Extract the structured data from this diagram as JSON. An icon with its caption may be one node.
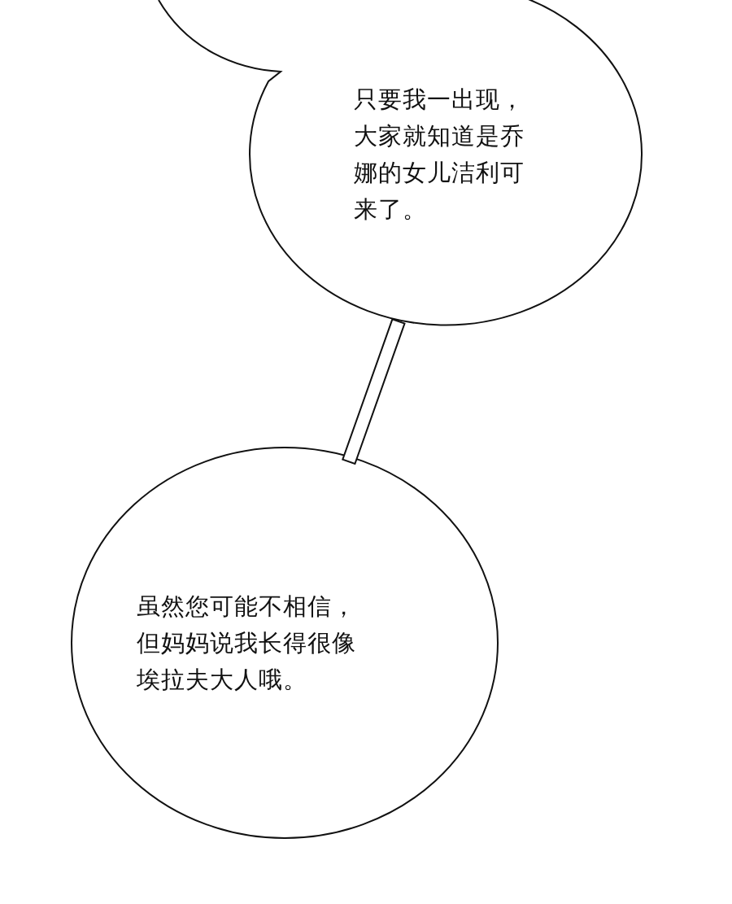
{
  "diagram": {
    "nodes": [
      {
        "text": [
          "只要我一出现，大家就知道是乔娜的女儿洁利可来了。"
        ]
      },
      {
        "text": [
          "虽然您可能不相信，但妈妈说我长得很像埃拉夫大人哦。"
        ]
      }
    ],
    "edges": [
      {
        "from": 0,
        "to": 1,
        "arrow": "none"
      }
    ]
  }
}
